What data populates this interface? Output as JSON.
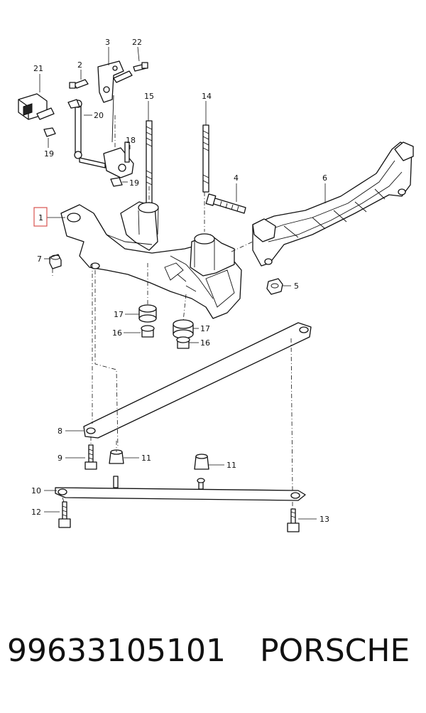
{
  "callouts": {
    "c1": "1",
    "c2": "2",
    "c3": "3",
    "c4": "4",
    "c5": "5",
    "c6": "6",
    "c7": "7",
    "c8": "8",
    "c9": "9",
    "c10": "10",
    "c11a": "11",
    "c11b": "11",
    "c12": "12",
    "c13": "13",
    "c14": "14",
    "c15": "15",
    "c16a": "16",
    "c16b": "16",
    "c17a": "17",
    "c17b": "17",
    "c18": "18",
    "c19a": "19",
    "c19b": "19",
    "c20": "20",
    "c21": "21",
    "c22": "22"
  },
  "footer": {
    "part_number": "99633105101",
    "brand": "PORSCHE"
  },
  "colors": {
    "highlight": "#d9534f",
    "ink": "#111111"
  }
}
